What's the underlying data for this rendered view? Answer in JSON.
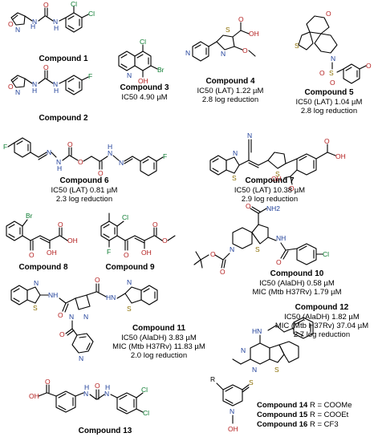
{
  "compounds": [
    {
      "title": "Compound 1"
    },
    {
      "title": "Compound 2"
    },
    {
      "title": "Compound 3",
      "ic50": "IC50 4.90 µM"
    },
    {
      "title": "Compound 4",
      "ic50": "IC50 (LAT) 1.22 µM",
      "log": "2.8 log reduction"
    },
    {
      "title": "Compound 5",
      "ic50": "IC50 (LAT) 1.04 µM",
      "log": "2.8 log reduction"
    },
    {
      "title": "Compound 6",
      "ic50": "IC50 (LAT) 0.81 µM",
      "log": "2.3 log reduction"
    },
    {
      "title": "Compound 7",
      "ic50": "IC50 (LAT) 10.38 µM",
      "log": "2.9 log reduction"
    },
    {
      "title": "Compound 8"
    },
    {
      "title": "Compound 9"
    },
    {
      "title": "Compound 10",
      "ic50": "IC50 (AlaDH) 0.58 µM",
      "mic": "MIC (Mtb H37Rv) 1.79 µM"
    },
    {
      "title": "Compound 11",
      "ic50": "IC50 (AlaDH) 3.83 µM",
      "mic": "MIC (Mtb H37Rv) 11.83 µM",
      "log": "2.0 log reduction"
    },
    {
      "title": "Compound 12",
      "ic50": "IC50 (AlaDH) 1.82 µM",
      "mic": "MIC (Mtb H37Rv) 37.04 µM",
      "log": "2.7 log reduction"
    },
    {
      "title": "Compound 13"
    }
  ],
  "rgroups": [
    {
      "title": "Compound 14",
      "r": "R = COOMe"
    },
    {
      "title": "Compound 15",
      "r": "R = COOEt"
    },
    {
      "title": "Compound 16",
      "r": "R = CF3"
    }
  ],
  "atoms": {
    "Cl": "Cl",
    "Br": "Br",
    "F": "F",
    "O": "O",
    "N": "N",
    "S": "S",
    "H": "H",
    "OH": "OH",
    "NH": "NH",
    "NH2": "NH2",
    "HN": "HN",
    "OHN": "OH",
    "R": "R",
    "CN": "N"
  }
}
